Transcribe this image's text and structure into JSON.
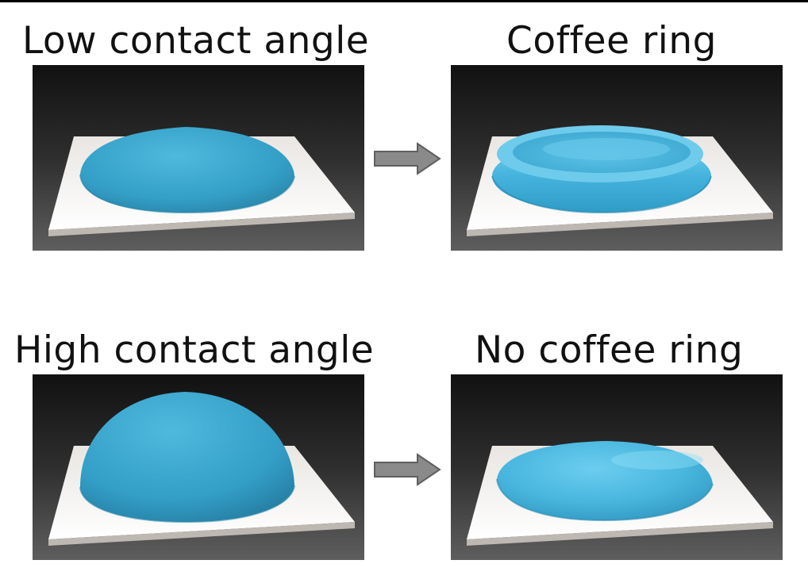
{
  "labels": {
    "top_left": "Low contact angle",
    "top_right": "Coffee ring",
    "bottom_left": "High contact angle",
    "bottom_right": "No coffee ring"
  },
  "colors": {
    "droplet": "#3ba6cc",
    "droplet_highlight": "#6fd0ee",
    "substrate": "#f1eeea",
    "background_dark": "#141414",
    "arrow": "#8a8a8a"
  },
  "icons": {
    "process_arrow": "arrow-right-icon"
  }
}
